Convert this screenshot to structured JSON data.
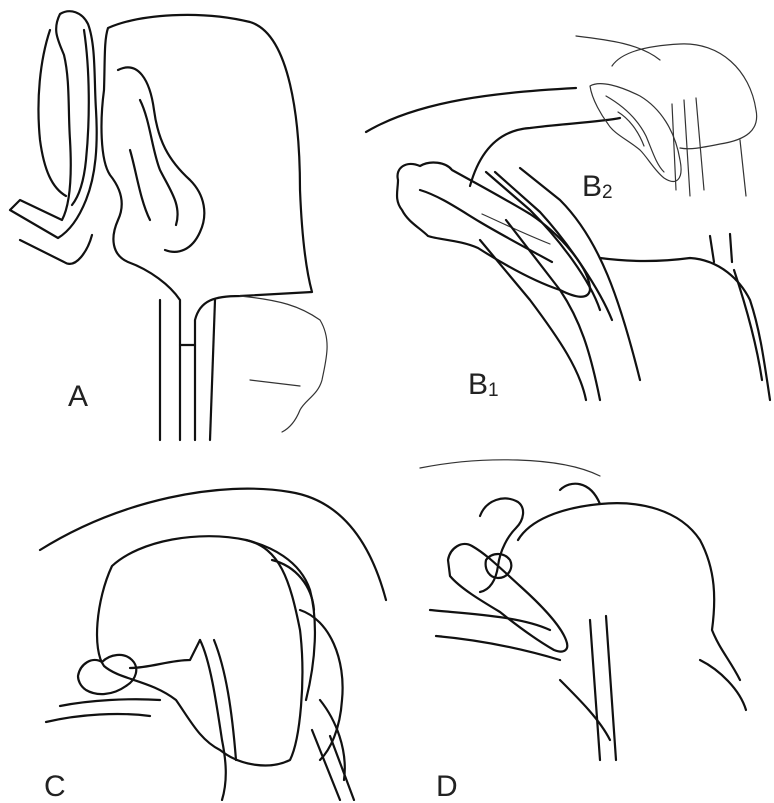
{
  "panels": [
    {
      "id": "A",
      "label": "A",
      "sub": ""
    },
    {
      "id": "B1",
      "label": "B",
      "sub": "1"
    },
    {
      "id": "B2",
      "label": "B",
      "sub": "2"
    },
    {
      "id": "C",
      "label": "C",
      "sub": ""
    },
    {
      "id": "D",
      "label": "D",
      "sub": ""
    }
  ]
}
